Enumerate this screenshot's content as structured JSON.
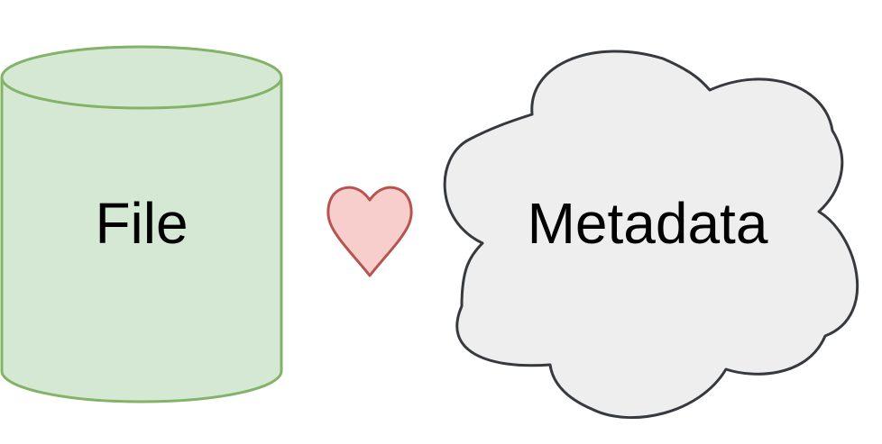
{
  "diagram": {
    "file": {
      "label": "File",
      "shape": "cylinder",
      "fill": "#d5e8d4",
      "stroke": "#82b366"
    },
    "connector": {
      "shape": "heart",
      "fill": "#f8cecc",
      "stroke": "#b85450"
    },
    "metadata": {
      "label": "Metadata",
      "shape": "cloud",
      "fill": "#eeeeee",
      "stroke": "#36393d"
    }
  }
}
